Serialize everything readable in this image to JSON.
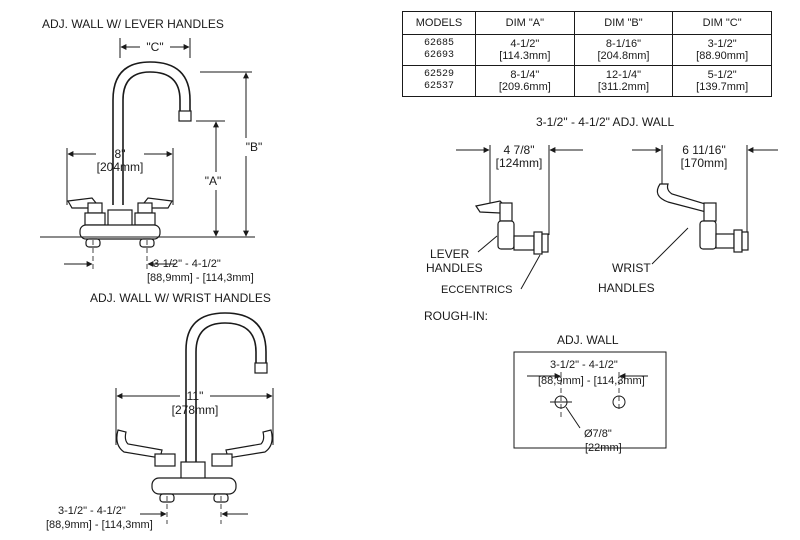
{
  "lever": {
    "title": "ADJ. WALL W/ LEVER HANDLES",
    "dim_c": "\"C\"",
    "dim_b": "\"B\"",
    "dim_a": "\"A\"",
    "width_in": "8\"",
    "width_mm": "[204mm]",
    "wall_in": "3-1/2\" - 4-1/2\"",
    "wall_mm": "[88,9mm] - [114,3mm]"
  },
  "wrist": {
    "title": "ADJ. WALL W/ WRIST HANDLES",
    "width_in": "11\"",
    "width_mm": "[278mm]",
    "wall_in": "3-1/2\" - 4-1/2\"",
    "wall_mm": "[88,9mm] - [114,3mm]"
  },
  "table": {
    "headers": [
      "MODELS",
      "DIM \"A\"",
      "DIM \"B\"",
      "DIM \"C\""
    ],
    "rows": [
      {
        "models": [
          "62685",
          "62693"
        ],
        "a": [
          "4-1/2\"",
          "[114.3mm]"
        ],
        "b": [
          "8-1/16\"",
          "[204.8mm]"
        ],
        "c": [
          "3-1/2\"",
          "[88.90mm]"
        ]
      },
      {
        "models": [
          "62529",
          "62537"
        ],
        "a": [
          "8-1/4\"",
          "[209.6mm]"
        ],
        "b": [
          "12-1/4\"",
          "[311.2mm]"
        ],
        "c": [
          "5-1/2\"",
          "[139.7mm]"
        ]
      }
    ]
  },
  "side": {
    "title": "3-1/2\" - 4-1/2\"  ADJ. WALL",
    "lever_in": "4 7/8\"",
    "lever_mm": "[124mm]",
    "wrist_in": "6 11/16\"",
    "wrist_mm": "[170mm]",
    "lever_label": [
      "LEVER",
      "HANDLES"
    ],
    "eccentrics": "ECCENTRICS",
    "wrist_label": [
      "WRIST",
      "HANDLES"
    ],
    "rough_in": "ROUGH-IN:"
  },
  "rough": {
    "title": "ADJ. WALL",
    "wall_in": "3-1/2\" - 4-1/2\"",
    "wall_mm": "[88,9mm] - [114,3mm]",
    "hole_in": "Ø7/8\"",
    "hole_mm": "[22mm]"
  }
}
